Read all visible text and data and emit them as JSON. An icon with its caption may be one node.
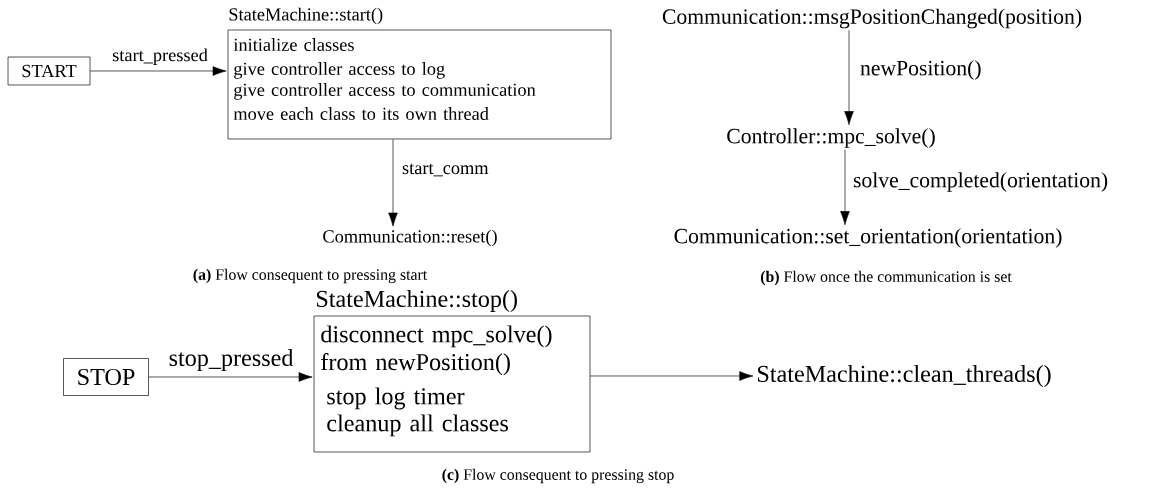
{
  "diagram": {
    "nodes": [
      {
        "text": [
          "START"
        ]
      },
      {
        "text": [
          "StateMachine::start()",
          "initialize classes",
          "give controller access to log",
          "give controller access to communication",
          "move each class to its own thread"
        ]
      },
      {
        "text": [
          "Communication::reset()"
        ]
      },
      {
        "text": [
          "Communication::msgPositionChanged(position)"
        ]
      },
      {
        "text": [
          "Controller::mpc_solve()"
        ]
      },
      {
        "text": [
          "Communication::set_orientation(orientation)"
        ]
      },
      {
        "text": [
          "STOP"
        ]
      },
      {
        "text": [
          "StateMachine::stop()",
          "disconnect mpc_solve() from newPosition()",
          "stop log timer",
          "cleanup all classes"
        ]
      },
      {
        "text": [
          "StateMachine::clean_threads()"
        ]
      }
    ],
    "edges": [
      {
        "from": 0,
        "to": 1,
        "arrow": "to",
        "label": "start_pressed"
      },
      {
        "from": 1,
        "to": 2,
        "arrow": "to",
        "label": "start_comm"
      },
      {
        "from": 3,
        "to": 4,
        "arrow": "to",
        "label": "newPosition()"
      },
      {
        "from": 4,
        "to": 5,
        "arrow": "to",
        "label": "solve_completed(orientation)"
      },
      {
        "from": 6,
        "to": 7,
        "arrow": "to",
        "label": "stop_pressed"
      },
      {
        "from": 7,
        "to": 8,
        "arrow": "to"
      }
    ],
    "labels": [
      "**(a)** Flow consequent to pressing start",
      "**(b)** Flow once the communication is set",
      "**(c)** Flow consequent to pressing stop"
    ]
  }
}
